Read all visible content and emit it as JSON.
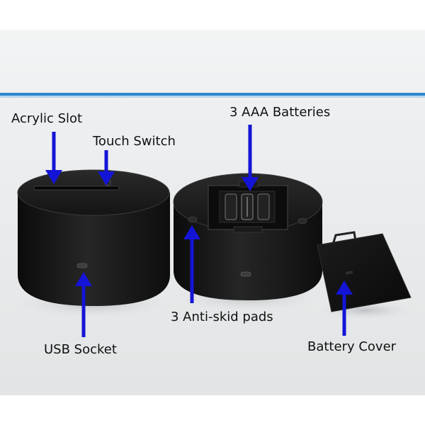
{
  "labels": {
    "acrylic_slot": "Acrylic Slot",
    "touch_switch": "Touch Switch",
    "aaa_batteries": "3 AAA Batteries",
    "anti_skid_pads": "3 Anti-skid pads",
    "usb_socket": "USB Socket",
    "battery_cover": "Battery Cover"
  },
  "colors": {
    "arrow": "#1414d6",
    "base": "#141414",
    "accent_line": "#2e86c9"
  }
}
